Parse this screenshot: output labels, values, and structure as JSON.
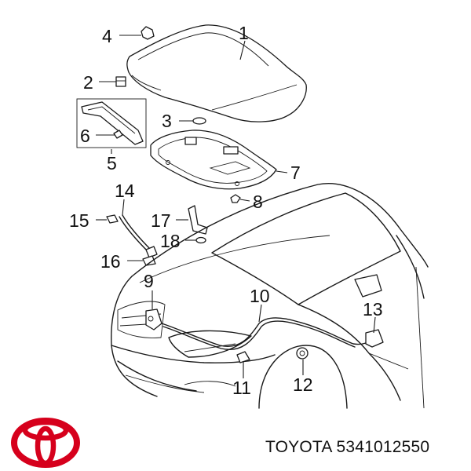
{
  "callouts": [
    {
      "id": "1",
      "label": "1"
    },
    {
      "id": "2",
      "label": "2"
    },
    {
      "id": "3",
      "label": "3"
    },
    {
      "id": "4",
      "label": "4"
    },
    {
      "id": "5",
      "label": "5"
    },
    {
      "id": "6",
      "label": "6"
    },
    {
      "id": "7",
      "label": "7"
    },
    {
      "id": "8",
      "label": "8"
    },
    {
      "id": "9",
      "label": "9"
    },
    {
      "id": "10",
      "label": "10"
    },
    {
      "id": "11",
      "label": "11"
    },
    {
      "id": "12",
      "label": "12"
    },
    {
      "id": "13",
      "label": "13"
    },
    {
      "id": "14",
      "label": "14"
    },
    {
      "id": "15",
      "label": "15"
    },
    {
      "id": "16",
      "label": "16"
    },
    {
      "id": "17",
      "label": "17"
    },
    {
      "id": "18",
      "label": "18"
    }
  ],
  "caption": "TOYOTA 5341012550",
  "brand_logo": {
    "icon": "toyota-logo-icon",
    "color": "#d6001c"
  },
  "colors": {
    "line": "#1a1a1a",
    "background": "#ffffff"
  }
}
